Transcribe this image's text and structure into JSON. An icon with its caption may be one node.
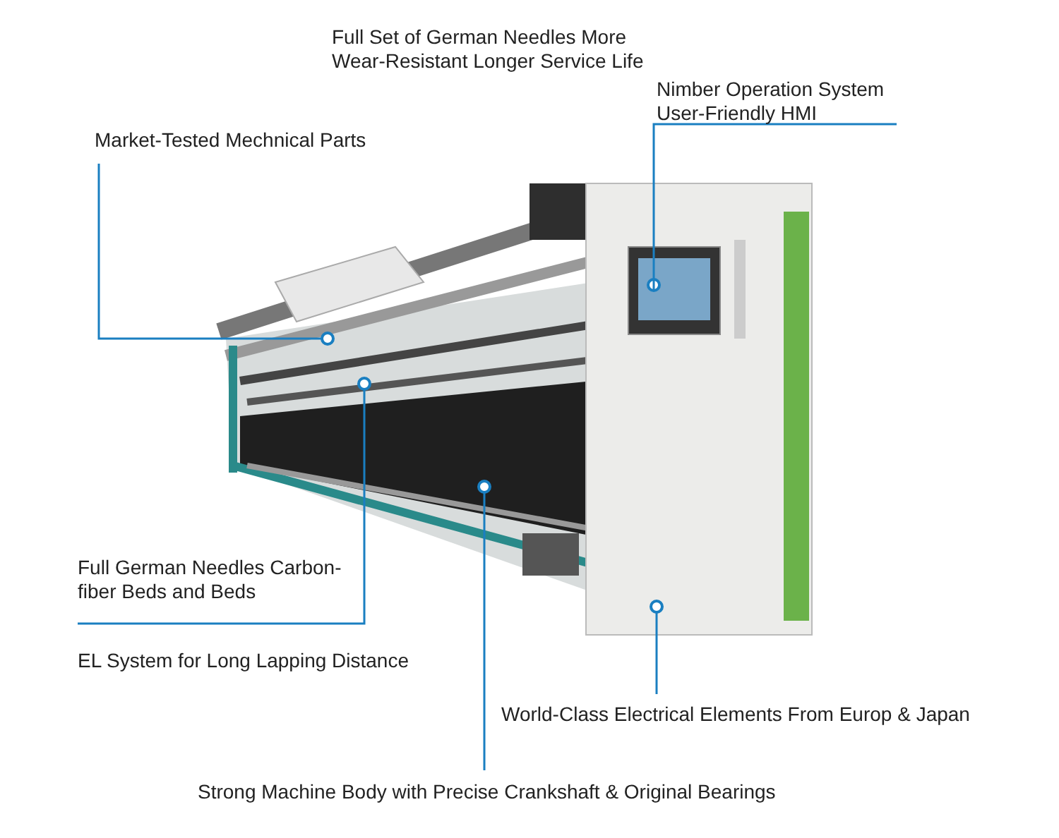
{
  "diagram": {
    "nodes": [
      {
        "text": [
          "Nimber Operation System User-Friendly HMI"
        ]
      },
      {
        "text": [
          "Market-Tested Mechnical Parts"
        ]
      },
      {
        "text": [
          "Full German Needles Carbon-fiber Beds and Beds"
        ]
      },
      {
        "text": [
          "World-Class Electrical Elements From Europ & Japan"
        ]
      },
      {
        "text": [
          "Strong Machine Body with Precise Crankshaft & Original Bearings"
        ]
      },
      {
        "text": [],
        "shape": "circle"
      },
      {
        "text": [],
        "shape": "circle"
      },
      {
        "text": [],
        "shape": "circle"
      },
      {
        "text": [],
        "shape": "circle"
      },
      {
        "text": [],
        "shape": "circle"
      }
    ],
    "edges": [
      {
        "from": 0,
        "to": 8,
        "arrow": "none"
      },
      {
        "from": 1,
        "to": 5,
        "arrow": "none"
      },
      {
        "from": 2,
        "to": 6,
        "arrow": "none"
      },
      {
        "from": 3,
        "to": 9,
        "arrow": "none"
      },
      {
        "from": 4,
        "to": 7,
        "arrow": "none"
      }
    ],
    "labels": [
      "Full Set of German Needles More Wear-Resistant Longer Service Life",
      "EL System for Long Lapping Distance"
    ]
  }
}
